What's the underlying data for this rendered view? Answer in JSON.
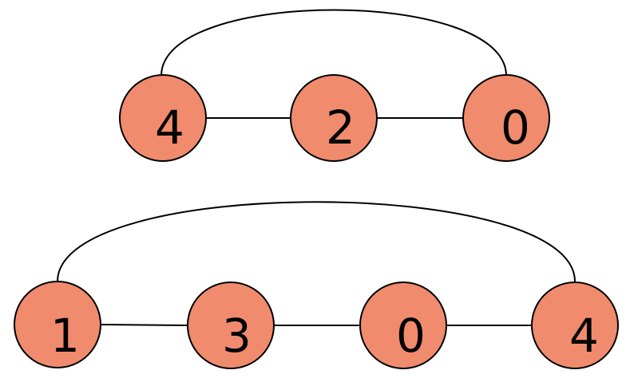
{
  "node_fill": "#F08B6D",
  "edge_color": "#000000",
  "graphs": [
    {
      "nodes": [
        "4",
        "2",
        "0"
      ],
      "edges": [
        [
          0,
          1
        ],
        [
          1,
          2
        ],
        [
          0,
          2
        ]
      ]
    },
    {
      "nodes": [
        "1",
        "3",
        "0",
        "4"
      ],
      "edges": [
        [
          0,
          1
        ],
        [
          1,
          2
        ],
        [
          2,
          3
        ],
        [
          0,
          3
        ]
      ]
    }
  ]
}
